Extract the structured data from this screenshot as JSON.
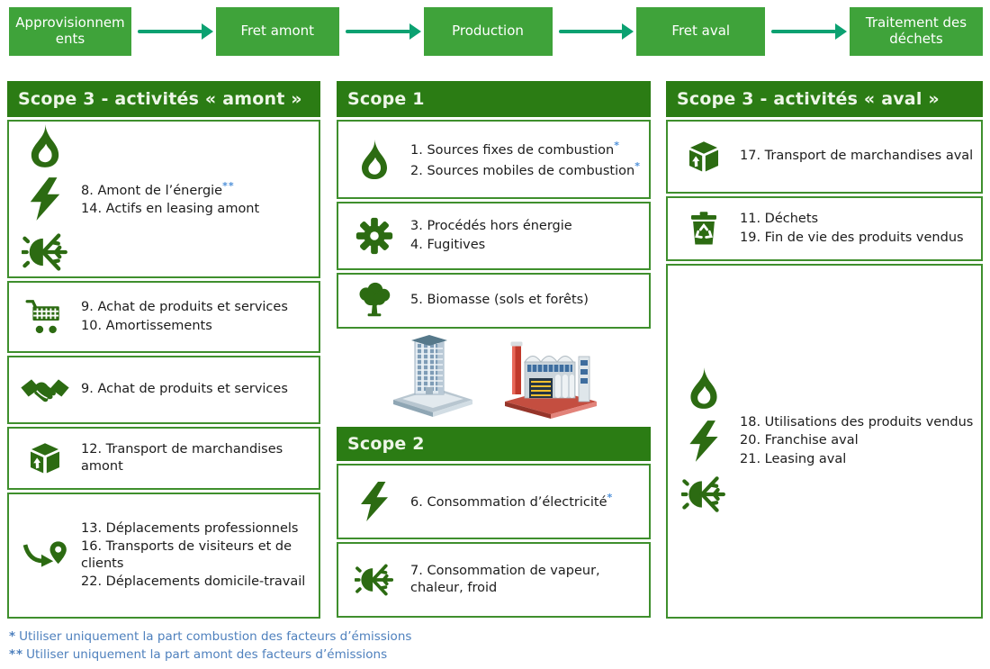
{
  "process_bar": {
    "steps": [
      "Approvisionnements",
      "Fret amont",
      "Production",
      "Fret aval",
      "Traitement des déchets"
    ]
  },
  "scope3_amont": {
    "title": "Scope 3 - activités « amont »",
    "blocks": [
      {
        "icons": [
          "flame-icon",
          "bolt-icon",
          "cold-icon"
        ],
        "lines": [
          {
            "text": "8. Amont de l’énergie",
            "sup": "**"
          },
          {
            "text": "14. Actifs en leasing amont"
          }
        ]
      },
      {
        "icons": [
          "cart-icon"
        ],
        "lines": [
          {
            "text": "9. Achat de produits et services"
          },
          {
            "text": "10. Amortissements"
          }
        ]
      },
      {
        "icons": [
          "handshake-icon"
        ],
        "lines": [
          {
            "text": "9. Achat de produits et services"
          }
        ]
      },
      {
        "icons": [
          "package-icon"
        ],
        "lines": [
          {
            "text": "12. Transport de marchandises amont"
          }
        ]
      },
      {
        "icons": [
          "travel-icon"
        ],
        "lines": [
          {
            "text": "13. Déplacements professionnels"
          },
          {
            "text": "16. Transports de visiteurs et de clients"
          },
          {
            "text": "22. Déplacements domicile-travail"
          }
        ]
      }
    ]
  },
  "scope1": {
    "title": "Scope 1",
    "blocks": [
      {
        "icons": [
          "flame-icon"
        ],
        "lines": [
          {
            "text": "1. Sources fixes de combustion",
            "sup": "*"
          },
          {
            "text": "2. Sources mobiles de combustion",
            "sup": "*"
          }
        ]
      },
      {
        "icons": [
          "gear-icon"
        ],
        "lines": [
          {
            "text": "3. Procédés hors énergie"
          },
          {
            "text": "4. Fugitives"
          }
        ]
      },
      {
        "icons": [
          "tree-icon"
        ],
        "lines": [
          {
            "text": "5. Biomasse (sols et forêts)"
          }
        ]
      }
    ]
  },
  "scope2": {
    "title": "Scope 2",
    "blocks": [
      {
        "icons": [
          "bolt-icon"
        ],
        "lines": [
          {
            "text": "6. Consommation d’électricité",
            "sup": "*"
          }
        ]
      },
      {
        "icons": [
          "cold-icon"
        ],
        "lines": [
          {
            "text": "7. Consommation de vapeur, chaleur, froid"
          }
        ]
      }
    ]
  },
  "scope3_aval": {
    "title": "Scope 3 - activités « aval »",
    "blocks": [
      {
        "icons": [
          "package-icon"
        ],
        "lines": [
          {
            "text": "17. Transport de marchandises aval"
          }
        ]
      },
      {
        "icons": [
          "recycle-bin-icon"
        ],
        "lines": [
          {
            "text": "11. Déchets"
          },
          {
            "text": "19. Fin de vie des produits vendus"
          }
        ]
      },
      {
        "icons": [
          "flame-icon",
          "bolt-icon",
          "cold-icon"
        ],
        "lines": [
          {
            "text": "18. Utilisations des produits vendus"
          },
          {
            "text": "20. Franchise aval"
          },
          {
            "text": "21. Leasing aval"
          }
        ]
      }
    ]
  },
  "site_images": [
    "office-building-image",
    "factory-image"
  ],
  "footnotes": [
    {
      "marker": "*",
      "text": "Utiliser uniquement la part combustion des facteurs d’émissions"
    },
    {
      "marker": "**",
      "text": "Utiliser uniquement la part amont des facteurs d’émissions"
    }
  ],
  "colors": {
    "step_green": "#3fa33a",
    "header_green": "#2b7c14",
    "border_green": "#3f8f2d",
    "icon_green": "#2c6b12",
    "arrow_teal": "#0ba171",
    "footnote_blue": "#4e80bd",
    "asterisk_blue": "#4e90d9"
  }
}
